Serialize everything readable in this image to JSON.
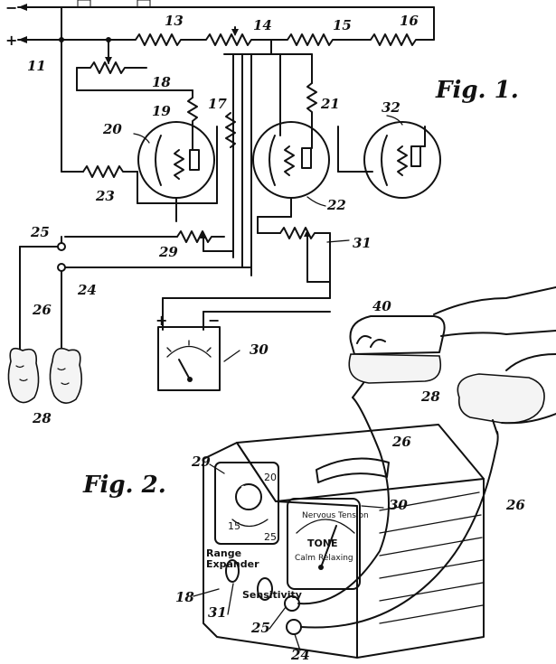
{
  "figures": {
    "fig1": "Fig. 1.",
    "fig2": "Fig. 2."
  },
  "signs": {
    "minus": "−",
    "plus": "+",
    "meter_plus": "+",
    "meter_minus": "−"
  },
  "labels": {
    "l11": "11",
    "l13": "13",
    "l14": "14",
    "l15": "15",
    "l16": "16",
    "l17": "17",
    "l18": "18",
    "l19": "19",
    "l20": "20",
    "l21": "21",
    "l22": "22",
    "l23": "23",
    "l24": "24",
    "l25": "25",
    "l26": "26",
    "l28": "28",
    "l29": "29",
    "l30": "30",
    "l31": "31",
    "l32": "32",
    "f2_18": "18",
    "f2_24": "24",
    "f2_25": "25",
    "f2_26a": "26",
    "f2_26b": "26",
    "f2_28": "28",
    "f2_29": "29",
    "f2_30": "30",
    "f2_31": "31",
    "f2_40": "40"
  },
  "device": {
    "dial_marks": [
      "20",
      "15",
      "25"
    ],
    "meter_title": "Nervous Tension",
    "meter_sub1": "Calm",
    "meter_sub2": "Relaxing",
    "meter_tone": "TONE",
    "range_expander": "Range\nExpander",
    "sensitivity": "Sensitivity"
  },
  "colors": {
    "ink": "#111111",
    "paper": "#ffffff"
  }
}
